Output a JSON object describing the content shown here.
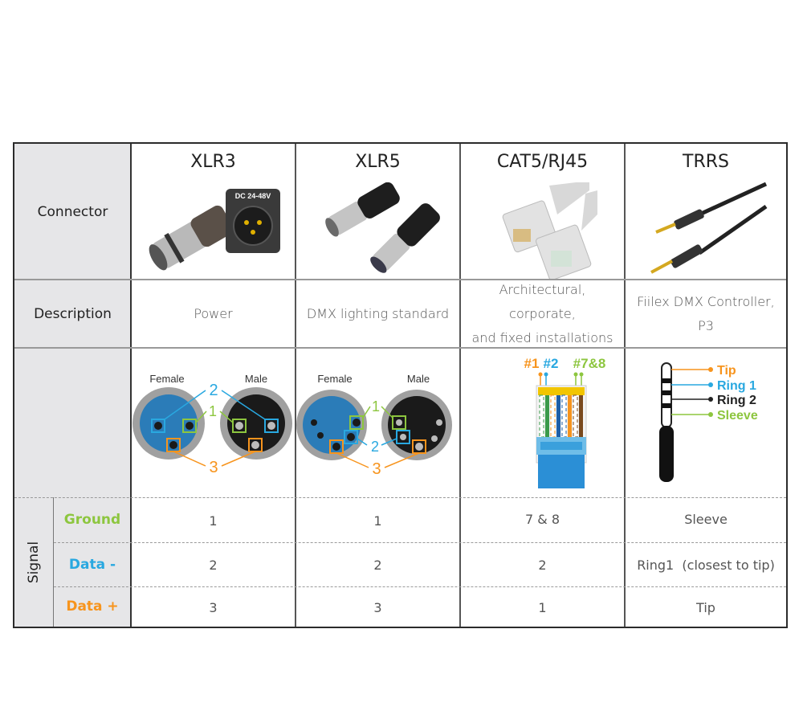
{
  "table": {
    "row_headers": {
      "connector": "Connector",
      "description": "Description",
      "signal": "Signal"
    },
    "columns": [
      {
        "name": "XLR3",
        "image": "xlr3-connector-photo",
        "description_lines": [
          "Power"
        ],
        "diagram": {
          "female_label": "Female",
          "male_label": "Male",
          "pin_callouts": [
            "1",
            "2",
            "3"
          ]
        },
        "ground": "1",
        "data_minus": "2",
        "data_plus": "3"
      },
      {
        "name": "XLR5",
        "image": "xlr5-connector-photo",
        "description_lines": [
          "DMX lighting standard"
        ],
        "diagram": {
          "female_label": "Female",
          "male_label": "Male",
          "pin_callouts": [
            "1",
            "2",
            "3"
          ]
        },
        "ground": "1",
        "data_minus": "2",
        "data_plus": "3"
      },
      {
        "name": "CAT5/RJ45",
        "image": "rj45-cable-photo",
        "description_lines": [
          "Architectural,",
          "corporate,",
          "and fixed installations"
        ],
        "diagram": {
          "pin_labels": [
            "#1",
            "#2",
            "#7&8"
          ]
        },
        "ground": "7 & 8",
        "data_minus": "2",
        "data_plus": "1"
      },
      {
        "name": "TRRS",
        "image": "trrs-cable-photo",
        "description_lines": [
          "Fiilex DMX Controller,",
          "P3"
        ],
        "diagram": {
          "labels": [
            "Tip",
            "Ring 1",
            "Ring 2",
            "Sleeve"
          ]
        },
        "ground": "Sleeve",
        "data_minus": "Ring1  (closest to tip)",
        "data_plus": "Tip"
      }
    ],
    "signals": [
      {
        "label": "Ground",
        "color": "#8dc63f"
      },
      {
        "label": "Data -",
        "color": "#29a8e0"
      },
      {
        "label": "Data +",
        "color": "#f7941d"
      }
    ],
    "dc_label": "DC 24-48V",
    "colors": {
      "green": "#8dc63f",
      "blue": "#29a8e0",
      "orange": "#f7941d",
      "header_gray": "#e6e6e8",
      "border": "#2b2b2b"
    }
  }
}
